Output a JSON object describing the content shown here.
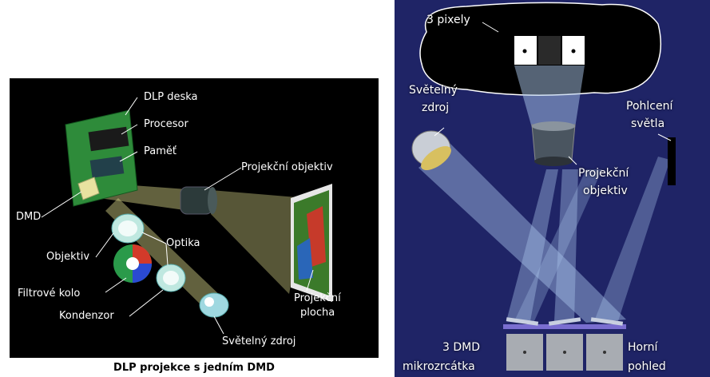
{
  "left": {
    "labels": {
      "dlp_board": "DLP deska",
      "processor": "Procesor",
      "memory": "Paměť",
      "projection_lens": "Projekční objektiv",
      "dmd": "DMD",
      "optics": "Optika",
      "lens": "Objektiv",
      "color_wheel": "Filtrové kolo",
      "condenser": "Kondenzor",
      "light_source": "Světelný zdroj",
      "screen_line1": "Projekční",
      "screen_line2": "plocha"
    },
    "caption": "DLP projekce s jedním DMD"
  },
  "right": {
    "labels": {
      "pixels": "3 pixely",
      "light_source_line1": "Světelný",
      "light_source_line2": "zdroj",
      "absorber_line1": "Pohlcení",
      "absorber_line2": "světla",
      "lens_line1": "Projekční",
      "lens_line2": "objektiv",
      "dmd_line1": "3 DMD",
      "dmd_line2": "mikrozrcátka",
      "top_view_line1": "Horní",
      "top_view_line2": "pohled"
    }
  },
  "colors": {
    "left_background": "#000000",
    "right_background": "#1f2466",
    "light_beam_left": "#d9d78a",
    "light_beam_right": "#a9c6ea",
    "board_green": "#2e8b3a"
  }
}
